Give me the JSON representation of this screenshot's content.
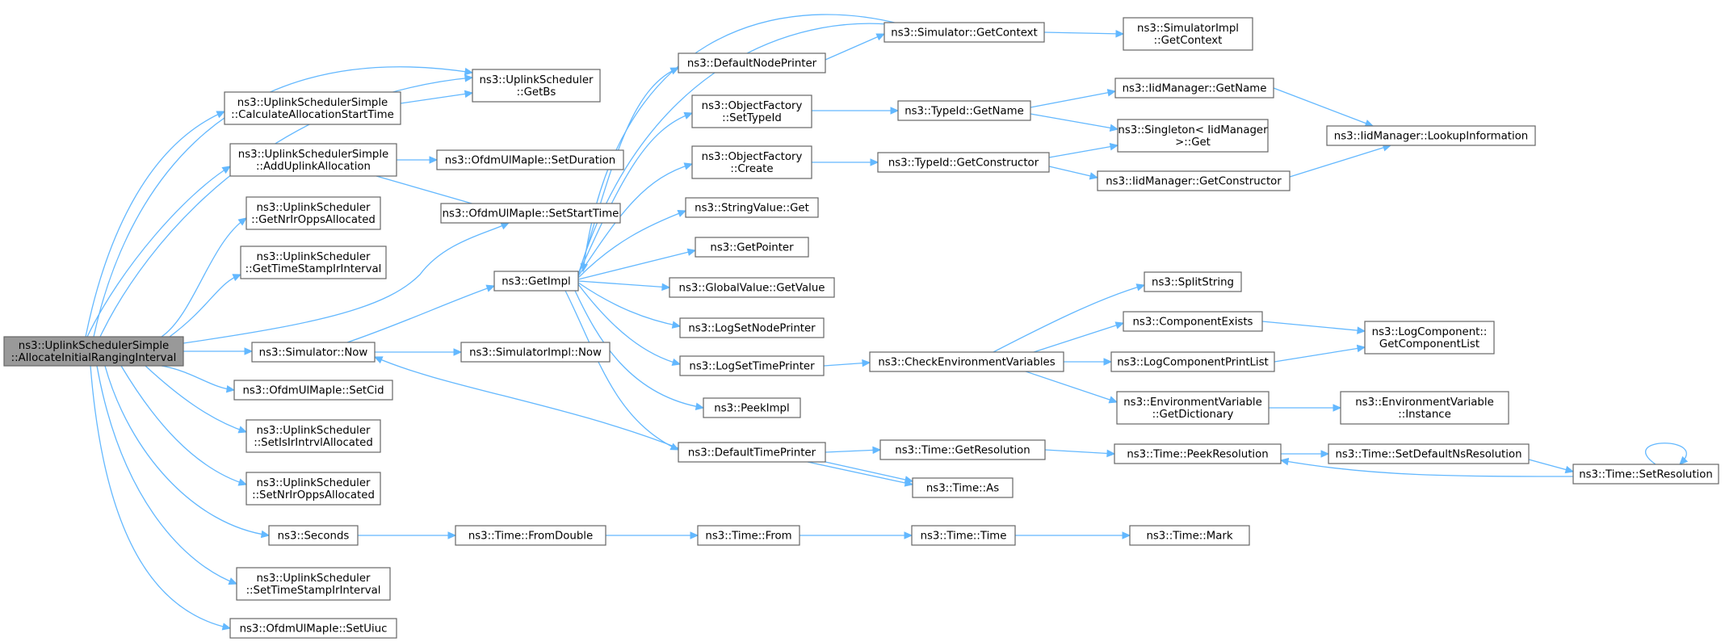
{
  "colors": {
    "edge": "#63b8ff",
    "node_border": "#666666",
    "root_fill": "#999999",
    "node_fill": "#ffffff"
  },
  "nodes": [
    {
      "id": "root",
      "lines": [
        "ns3::UplinkSchedulerSimple",
        "::AllocateInitialRangingInterval"
      ],
      "root": true
    },
    {
      "id": "getbs",
      "lines": [
        "ns3::UplinkScheduler",
        "::GetBs"
      ]
    },
    {
      "id": "calc",
      "lines": [
        "ns3::UplinkSchedulerSimple",
        "::CalculateAllocationStartTime"
      ]
    },
    {
      "id": "addup",
      "lines": [
        "ns3::UplinkSchedulerSimple",
        "::AddUplinkAllocation"
      ]
    },
    {
      "id": "setdur",
      "lines": [
        "ns3::OfdmUlMapIe::SetDuration"
      ]
    },
    {
      "id": "setstart",
      "lines": [
        "ns3::OfdmUlMapIe::SetStartTime"
      ]
    },
    {
      "id": "getnrir",
      "lines": [
        "ns3::UplinkScheduler",
        "::GetNrIrOppsAllocated"
      ]
    },
    {
      "id": "gettsir",
      "lines": [
        "ns3::UplinkScheduler",
        "::GetTimeStampIrInterval"
      ]
    },
    {
      "id": "simnow",
      "lines": [
        "ns3::Simulator::Now"
      ]
    },
    {
      "id": "implnow",
      "lines": [
        "ns3::SimulatorImpl::Now"
      ]
    },
    {
      "id": "getimpl",
      "lines": [
        "ns3::GetImpl"
      ]
    },
    {
      "id": "setcid",
      "lines": [
        "ns3::OfdmUlMapIe::SetCid"
      ]
    },
    {
      "id": "setisir",
      "lines": [
        "ns3::UplinkScheduler",
        "::SetIsIrIntrvlAllocated"
      ]
    },
    {
      "id": "setnrir",
      "lines": [
        "ns3::UplinkScheduler",
        "::SetNrIrOppsAllocated"
      ]
    },
    {
      "id": "seconds",
      "lines": [
        "ns3::Seconds"
      ]
    },
    {
      "id": "settsir",
      "lines": [
        "ns3::UplinkScheduler",
        "::SetTimeStampIrInterval"
      ]
    },
    {
      "id": "setuiuc",
      "lines": [
        "ns3::OfdmUlMapIe::SetUiuc"
      ]
    },
    {
      "id": "defnode",
      "lines": [
        "ns3::DefaultNodePrinter"
      ]
    },
    {
      "id": "simctx",
      "lines": [
        "ns3::Simulator::GetContext"
      ]
    },
    {
      "id": "implctx",
      "lines": [
        "ns3::SimulatorImpl",
        "::GetContext"
      ]
    },
    {
      "id": "ofsettype",
      "lines": [
        "ns3::ObjectFactory",
        "::SetTypeId"
      ]
    },
    {
      "id": "getname",
      "lines": [
        "ns3::TypeId::GetName"
      ]
    },
    {
      "id": "iidgetname",
      "lines": [
        "ns3::IidManager::GetName"
      ]
    },
    {
      "id": "singleton",
      "lines": [
        "ns3::Singleton< IidManager",
        " >::Get"
      ]
    },
    {
      "id": "lookup",
      "lines": [
        "ns3::IidManager::LookupInformation"
      ]
    },
    {
      "id": "ofcreate",
      "lines": [
        "ns3::ObjectFactory",
        "::Create"
      ]
    },
    {
      "id": "getctor",
      "lines": [
        "ns3::TypeId::GetConstructor"
      ]
    },
    {
      "id": "iidgetctor",
      "lines": [
        "ns3::IidManager::GetConstructor"
      ]
    },
    {
      "id": "strget",
      "lines": [
        "ns3::StringValue::Get"
      ]
    },
    {
      "id": "getptr",
      "lines": [
        "ns3::GetPointer"
      ]
    },
    {
      "id": "gvget",
      "lines": [
        "ns3::GlobalValue::GetValue"
      ]
    },
    {
      "id": "lognode",
      "lines": [
        "ns3::LogSetNodePrinter"
      ]
    },
    {
      "id": "logtime",
      "lines": [
        "ns3::LogSetTimePrinter"
      ]
    },
    {
      "id": "checkenv",
      "lines": [
        "ns3::CheckEnvironmentVariables"
      ]
    },
    {
      "id": "split",
      "lines": [
        "ns3::SplitString"
      ]
    },
    {
      "id": "compexists",
      "lines": [
        "ns3::ComponentExists"
      ]
    },
    {
      "id": "logcomplist",
      "lines": [
        "ns3::LogComponentPrintList"
      ]
    },
    {
      "id": "getcomplist",
      "lines": [
        "ns3::LogComponent::",
        "GetComponentList"
      ]
    },
    {
      "id": "envdict",
      "lines": [
        "ns3::EnvironmentVariable",
        "::GetDictionary"
      ]
    },
    {
      "id": "envinst",
      "lines": [
        "ns3::EnvironmentVariable",
        "::Instance"
      ]
    },
    {
      "id": "peekimpl",
      "lines": [
        "ns3::PeekImpl"
      ]
    },
    {
      "id": "deftime",
      "lines": [
        "ns3::DefaultTimePrinter"
      ]
    },
    {
      "id": "getres",
      "lines": [
        "ns3::Time::GetResolution"
      ]
    },
    {
      "id": "peekres",
      "lines": [
        "ns3::Time::PeekResolution"
      ]
    },
    {
      "id": "setdefns",
      "lines": [
        "ns3::Time::SetDefaultNsResolution"
      ]
    },
    {
      "id": "setres",
      "lines": [
        "ns3::Time::SetResolution"
      ]
    },
    {
      "id": "timeas",
      "lines": [
        "ns3::Time::As"
      ]
    },
    {
      "id": "fromdouble",
      "lines": [
        "ns3::Time::FromDouble"
      ]
    },
    {
      "id": "timefrom",
      "lines": [
        "ns3::Time::From"
      ]
    },
    {
      "id": "timetime",
      "lines": [
        "ns3::Time::Time"
      ]
    },
    {
      "id": "timemark",
      "lines": [
        "ns3::Time::Mark"
      ]
    }
  ]
}
